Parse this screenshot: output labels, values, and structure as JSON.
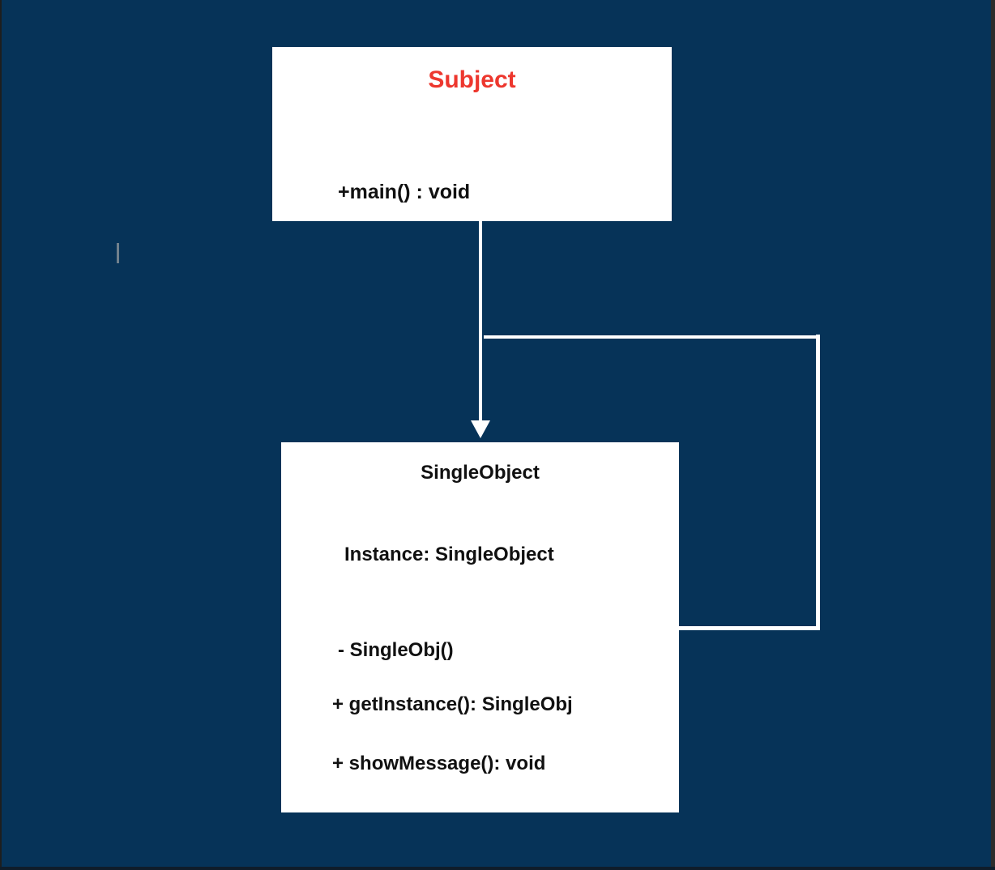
{
  "subject": {
    "title": "Subject",
    "methods": [
      "+main() : void"
    ]
  },
  "singleton": {
    "title": "SingleObject",
    "attributes": [
      "Instance: SingleObject"
    ],
    "methods": [
      "- SingleObj()",
      "+ getInstance(): SingleObj",
      "+ showMessage(): void"
    ]
  },
  "icons": {
    "arrowhead_down": "▼"
  },
  "colors": {
    "background": "#063358",
    "class_box_fill": "#ffffff",
    "subject_title": "#ed372e",
    "member_text": "#111111",
    "connector": "#ffffff",
    "caret": "#70808c",
    "edge_right": "#2d2d2d",
    "edge_bottom": "#0f1d2a"
  }
}
